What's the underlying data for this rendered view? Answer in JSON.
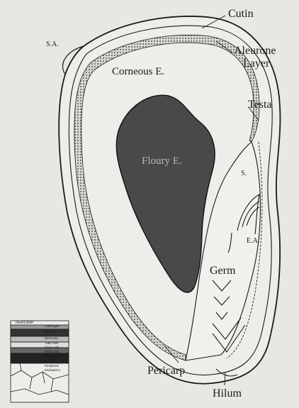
{
  "labels": {
    "cutin": "Cutin",
    "sa": "S.A.",
    "aleurone_line1": "Aleurone",
    "aleurone_line2": "Layer",
    "testa": "Testa",
    "corneous": "Corneous E.",
    "floury": "Floury E.",
    "s": "S.",
    "ea": "E.A.",
    "germ": "Germ",
    "pericarp": "Pericarp",
    "hilum": "Hilum"
  },
  "inset": {
    "title": "PERICARP",
    "layers": [
      "Cutin layer",
      "Epidermis",
      "Mesocarp",
      "Tube cells",
      "Cross cells",
      "Seed coat",
      "Aleurone layer",
      "Peripheral",
      "Endosperm"
    ]
  },
  "colors": {
    "background": "#e9e7e4",
    "ink": "#1a1a1a",
    "floury_fill": "#4a4a4a"
  }
}
